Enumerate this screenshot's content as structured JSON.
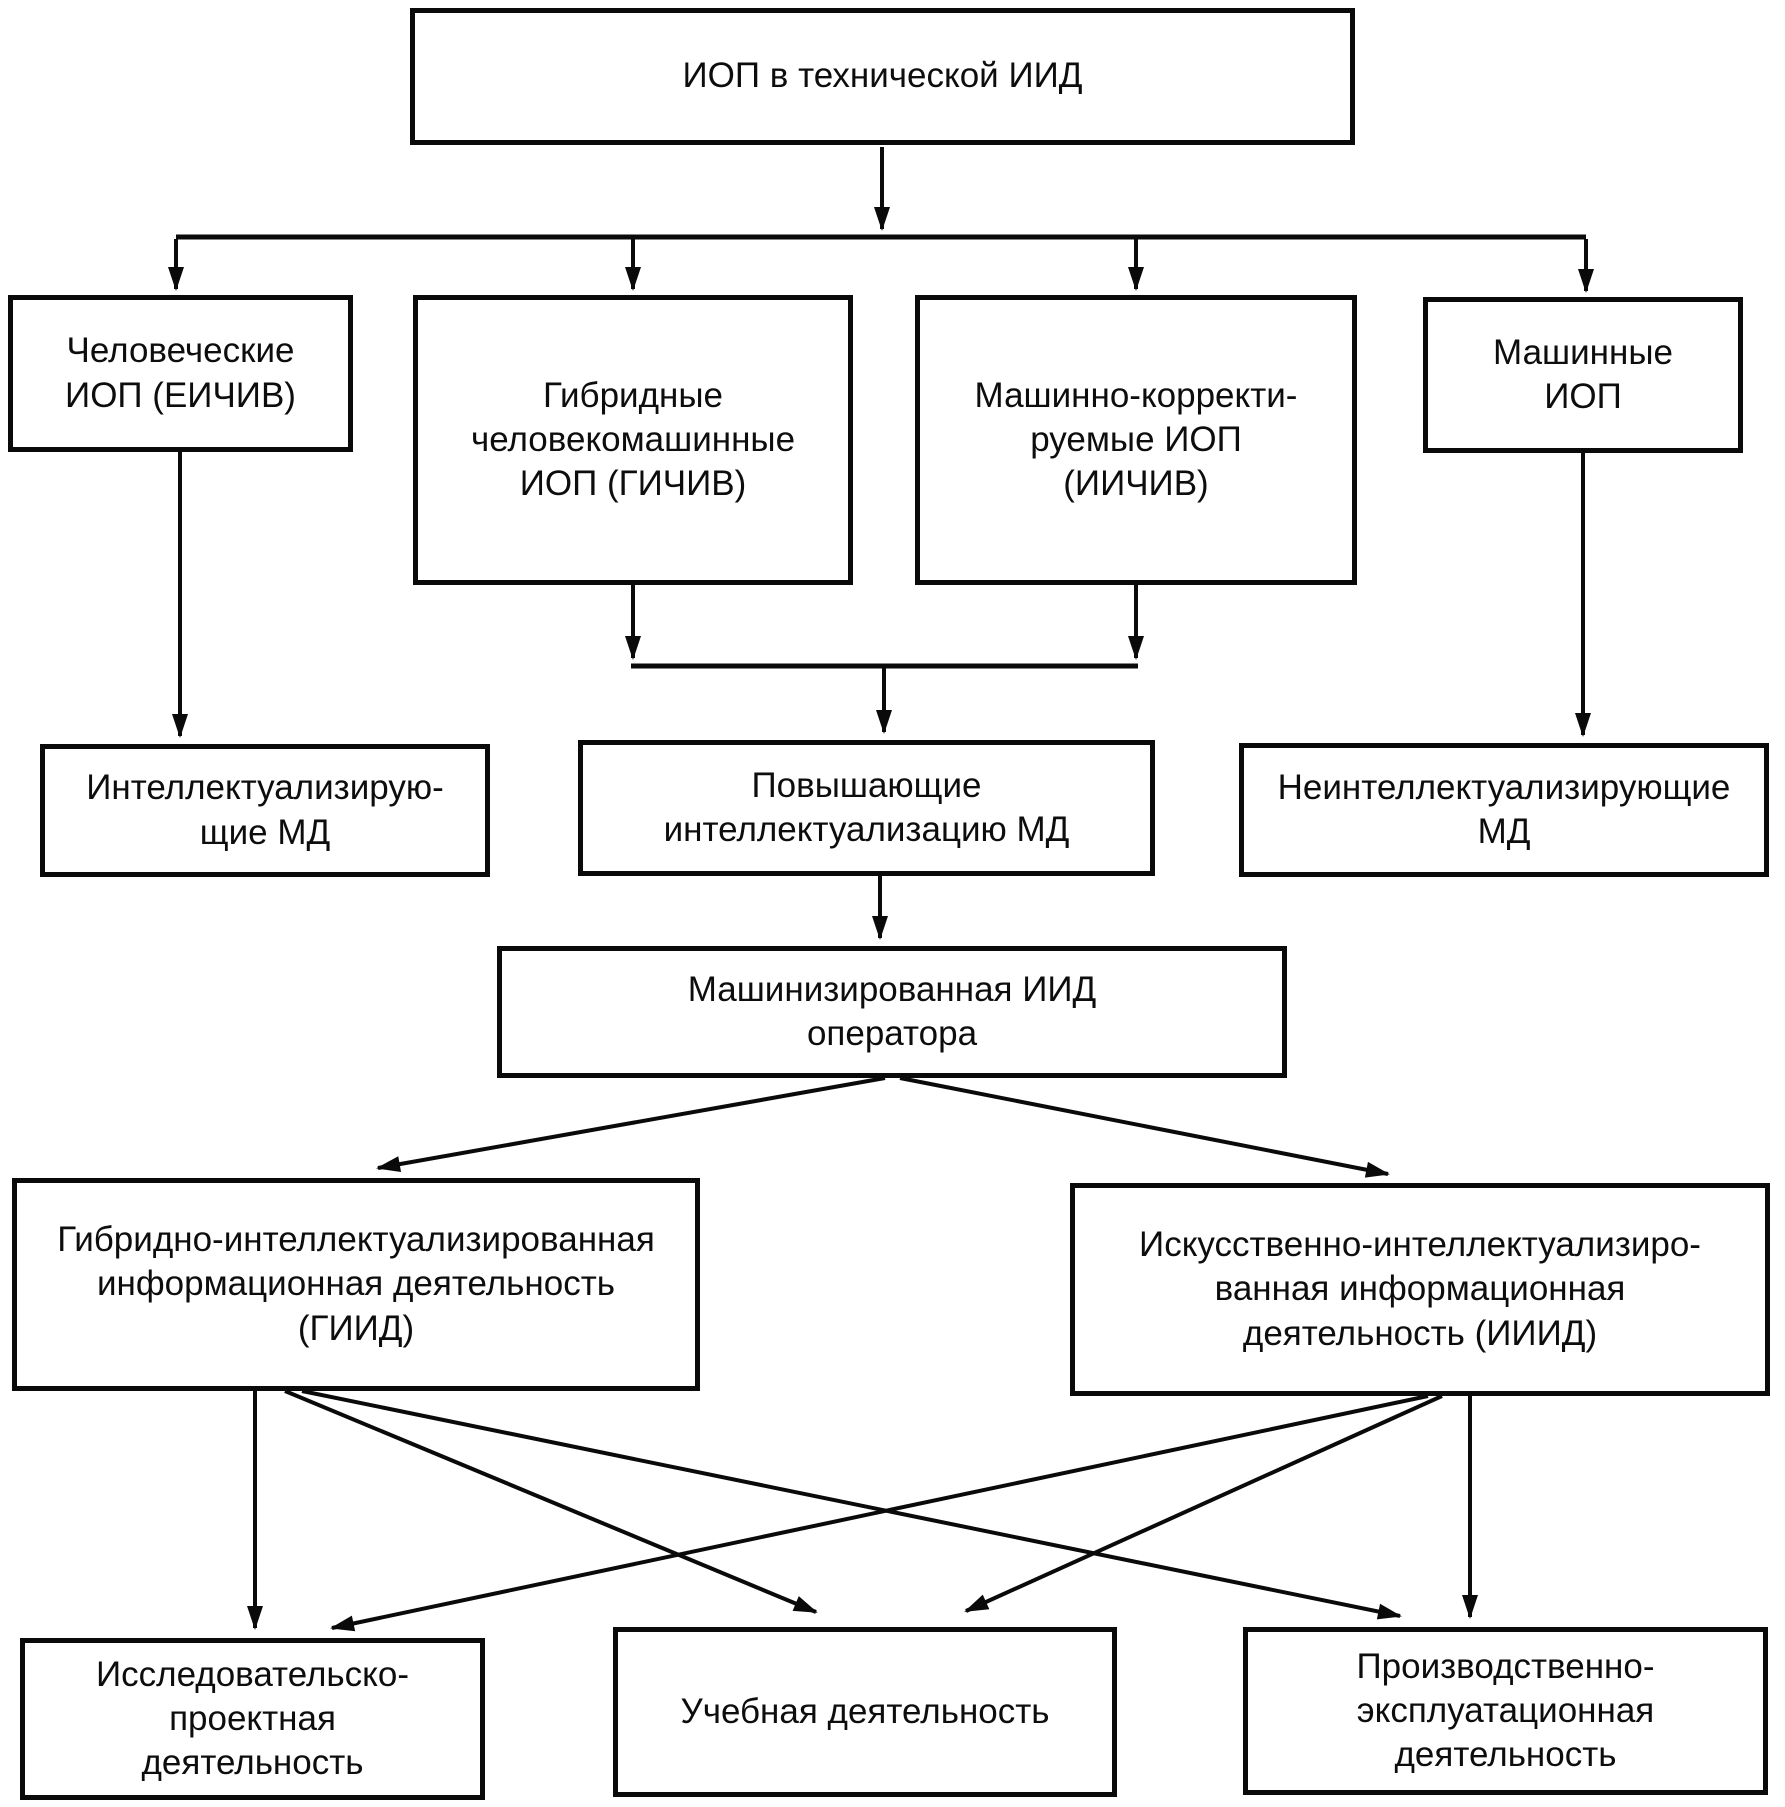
{
  "diagram": {
    "nodes": {
      "root": {
        "label": "ИОП в технической ИИД"
      },
      "human": {
        "label": "Человеческие\nИОП (ЕИЧИВ)"
      },
      "hybrid": {
        "label": "Гибридные\nчеловекомашинные\nИОП (ГИЧИВ)"
      },
      "machine_corrected": {
        "label": "Машинно-корректи-\nруемые ИОП\n(ИИЧИВ)"
      },
      "machine": {
        "label": "Машинные\nИОП"
      },
      "intellectualizing": {
        "label": "Интеллектуализирую-\nщие МД"
      },
      "raising": {
        "label": "Повышающие\nинтеллектуализацию МД"
      },
      "non_intellectualizing": {
        "label": "Неинтеллектуализирующие\nМД"
      },
      "machinized": {
        "label": "Машинизированная ИИД\nоператора"
      },
      "giid": {
        "label": "Гибридно-интеллектуализированная\nинформационная деятельность\n(ГИИД)"
      },
      "iiid": {
        "label": "Искусственно-интеллектуализиро-\nванная информационная\nдеятельность (ИИИД)"
      },
      "research": {
        "label": "Исследовательско-\nпроектная\nдеятельность"
      },
      "study": {
        "label": "Учебная деятельность"
      },
      "production": {
        "label": "Производственно-\nэксплуатационная\nдеятельность"
      }
    },
    "edges": [
      {
        "from": "root",
        "to": "human"
      },
      {
        "from": "root",
        "to": "hybrid"
      },
      {
        "from": "root",
        "to": "machine_corrected"
      },
      {
        "from": "root",
        "to": "machine"
      },
      {
        "from": "human",
        "to": "intellectualizing"
      },
      {
        "from": "hybrid",
        "to": "raising"
      },
      {
        "from": "machine_corrected",
        "to": "raising"
      },
      {
        "from": "machine",
        "to": "non_intellectualizing"
      },
      {
        "from": "raising",
        "to": "machinized"
      },
      {
        "from": "machinized",
        "to": "giid"
      },
      {
        "from": "machinized",
        "to": "iiid"
      },
      {
        "from": "giid",
        "to": "research"
      },
      {
        "from": "giid",
        "to": "study"
      },
      {
        "from": "giid",
        "to": "production"
      },
      {
        "from": "iiid",
        "to": "research"
      },
      {
        "from": "iiid",
        "to": "study"
      },
      {
        "from": "iiid",
        "to": "production"
      }
    ],
    "colors": {
      "line": "#0a0a0a",
      "background": "#ffffff",
      "box_fill": "#ffffff"
    }
  }
}
